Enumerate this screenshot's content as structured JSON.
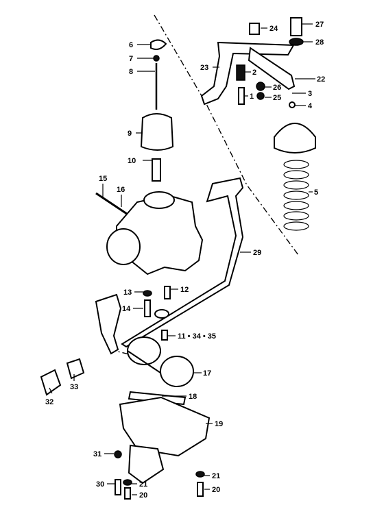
{
  "callouts": [
    {
      "id": "c6",
      "text": "6"
    },
    {
      "id": "c7",
      "text": "7"
    },
    {
      "id": "c8",
      "text": "8"
    },
    {
      "id": "c9",
      "text": "9"
    },
    {
      "id": "c10",
      "text": "10"
    },
    {
      "id": "c15",
      "text": "15"
    },
    {
      "id": "c16",
      "text": "16"
    },
    {
      "id": "c24",
      "text": "24"
    },
    {
      "id": "c27",
      "text": "27"
    },
    {
      "id": "c28",
      "text": "28"
    },
    {
      "id": "c23",
      "text": "23"
    },
    {
      "id": "c2",
      "text": "2"
    },
    {
      "id": "c22",
      "text": "22"
    },
    {
      "id": "c26",
      "text": "26"
    },
    {
      "id": "c3",
      "text": "3"
    },
    {
      "id": "c1",
      "text": "1"
    },
    {
      "id": "c25",
      "text": "25"
    },
    {
      "id": "c4",
      "text": "4"
    },
    {
      "id": "c5",
      "text": "5"
    },
    {
      "id": "c29",
      "text": "29"
    },
    {
      "id": "c13",
      "text": "13"
    },
    {
      "id": "c12",
      "text": "12"
    },
    {
      "id": "c14",
      "text": "14"
    },
    {
      "id": "c11",
      "text": "11 • 34 • 35"
    },
    {
      "id": "c17",
      "text": "17"
    },
    {
      "id": "c32",
      "text": "32"
    },
    {
      "id": "c33",
      "text": "33"
    },
    {
      "id": "c18",
      "text": "18"
    },
    {
      "id": "c19",
      "text": "19"
    },
    {
      "id": "c31",
      "text": "31"
    },
    {
      "id": "c30",
      "text": "30"
    },
    {
      "id": "c21a",
      "text": "21"
    },
    {
      "id": "c20a",
      "text": "20"
    },
    {
      "id": "c21b",
      "text": "21"
    },
    {
      "id": "c20b",
      "text": "20"
    }
  ]
}
